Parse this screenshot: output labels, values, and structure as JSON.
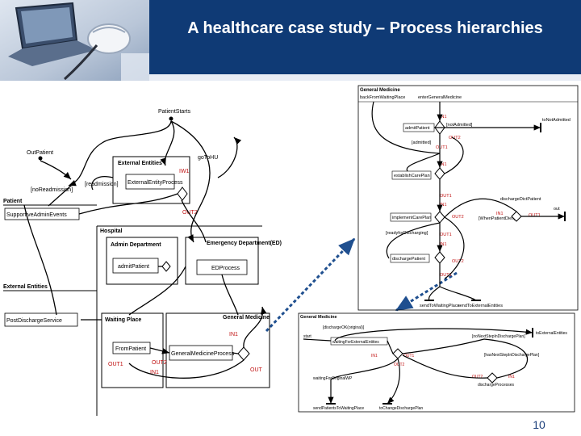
{
  "slide": {
    "title": "A healthcare case study – Process hierarchies",
    "page_number": "10"
  },
  "colors": {
    "banner": "#0f3a75",
    "diagram_red": "#c01010",
    "dotted_arrow": "#1f4f8f"
  },
  "left_diagram": {
    "patient_starts": "PatientStarts",
    "out_patient": "OutPatient",
    "no_readmission": "[noReadmission]",
    "readmission": "[readmission]",
    "external_entities_top": "External Entities",
    "external_entity_process": "ExternalEntityProcess",
    "go_to_hu": "goToHU",
    "iw1": "IW1",
    "out2": "OUT2",
    "patient_region": "Patient",
    "supportive_admin_events": "SupportiveAdminEvents",
    "hospital": "Hospital",
    "admin_department": "Admin Department",
    "emergency_department": "Emergency Department(ED)",
    "admit_patient": "admitPatient",
    "ed_process": "EDProcess",
    "external_entities_bottom": "External Entities",
    "post_discharge_service": "PostDischargeService",
    "waiting_place": "Waiting Place",
    "general_medicine": "General Medicine",
    "from_patient": "FromPatient",
    "general_medicine_process": "GeneralMedicineProcess",
    "in1": "IN1",
    "out1": "OUT1",
    "out2b": "OUT2",
    "in1b": "IN1",
    "out_gm": "OUT"
  },
  "top_right_diagram": {
    "header": "General Medicine",
    "back_from_waiting_place": "backFromWaitingPlace",
    "enter_general_medicine": "enterGeneralMedicine",
    "in1": "IN1",
    "not_admitted": "[notAdmitted]",
    "admit_patient": "admitPatient",
    "out2": "OUT2",
    "admitted": "[admitted]",
    "out1": "OUT1",
    "to_not_admitted": "toNotAdmitted",
    "in1b": "IN1",
    "establish_care_plan": "establishCarePlan",
    "out1b": "OUT1",
    "in1c": "IN1",
    "discharge_dict_patient": "dischargeDictPatient",
    "implement_care_plan": "implementCarePlan",
    "out2b": "OUT2",
    "in1d": "IN1",
    "out1c": "OUT1",
    "out_label": "out",
    "when_patient_dies": "[WhenPatientDies]",
    "ready_for_discharging": "[readyforDischarging]",
    "out1d": "OUT1",
    "in1e": "IN1",
    "discharge_patient": "dischargePatient",
    "out2c": "OUT2",
    "out1e": "OUT1",
    "send_to_waiting_place": "sendToWaitingPlace",
    "send_to_external_entities": "sendToExternalEntities"
  },
  "bottom_right_diagram": {
    "header": "General Medicine",
    "start": "start",
    "discharge_ok_original": "[dischargeOK(original)]",
    "waiting_for_external_entities": "waitingForExternalEntities",
    "in1": "IN1",
    "out1": "OUT1",
    "out2": "OUT2",
    "no_next_step": "[noNextStepInDischargePlan]",
    "has_next_step": "[hasNextStepInDischargePlan]",
    "to_external_entities": "toExternalEntities",
    "waiting_for_original_wp": "waitingForOriginalWP",
    "out2b": "OUT2",
    "in1b": "IN1",
    "discharge_process": "dischargeProcesses",
    "send_patients_to_waiting_place": "sendPatientsToWaitingPlace",
    "to_change_discharge_plan": "toChangeDischargePlan"
  }
}
